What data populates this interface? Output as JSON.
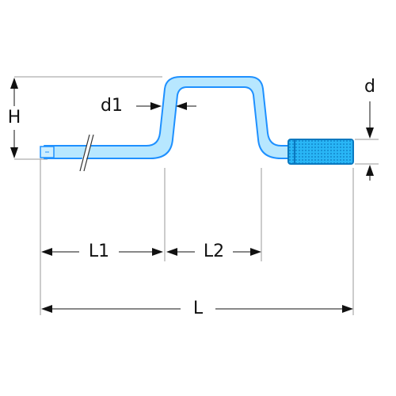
{
  "labels": {
    "height": "H",
    "shank_diameter": "d1",
    "handle_diameter": "d",
    "length_1": "L1",
    "length_2": "L2",
    "overall_length": "L"
  },
  "colors": {
    "rod_outline": "#1e90ff",
    "rod_fill": "#b7e7ff",
    "handle_fill": "#29b6f6",
    "handle_dark": "#0b79c0",
    "dimension": "#999999",
    "arrow": "#111111",
    "text": "#111111"
  },
  "icons": {
    "arrowhead": "triangle-arrowhead"
  }
}
